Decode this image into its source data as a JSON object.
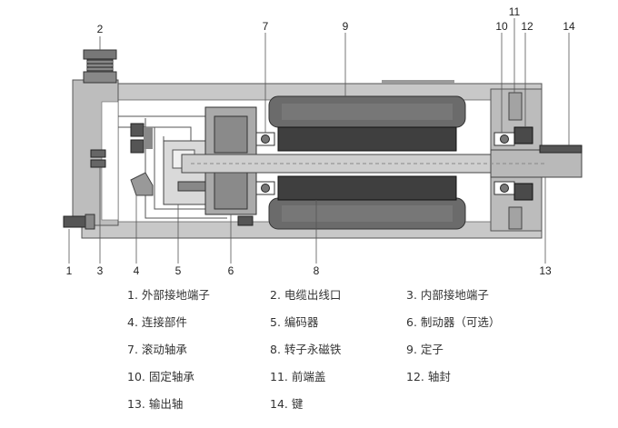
{
  "callouts": [
    "1",
    "2",
    "3",
    "4",
    "5",
    "6",
    "7",
    "8",
    "9",
    "10",
    "11",
    "12",
    "13",
    "14"
  ],
  "legend": [
    [
      "1. 外部接地端子",
      "2. 电缆出线口",
      "3. 内部接地端子"
    ],
    [
      "4. 连接部件",
      "5. 编码器",
      "6. 制动器（可选）"
    ],
    [
      "7. 滚动轴承",
      "8. 转子永磁铁",
      "9. 定子"
    ],
    [
      "10. 固定轴承",
      "11. 前端盖",
      "12. 轴封"
    ],
    [
      "13. 输出轴",
      "14. 键"
    ]
  ]
}
